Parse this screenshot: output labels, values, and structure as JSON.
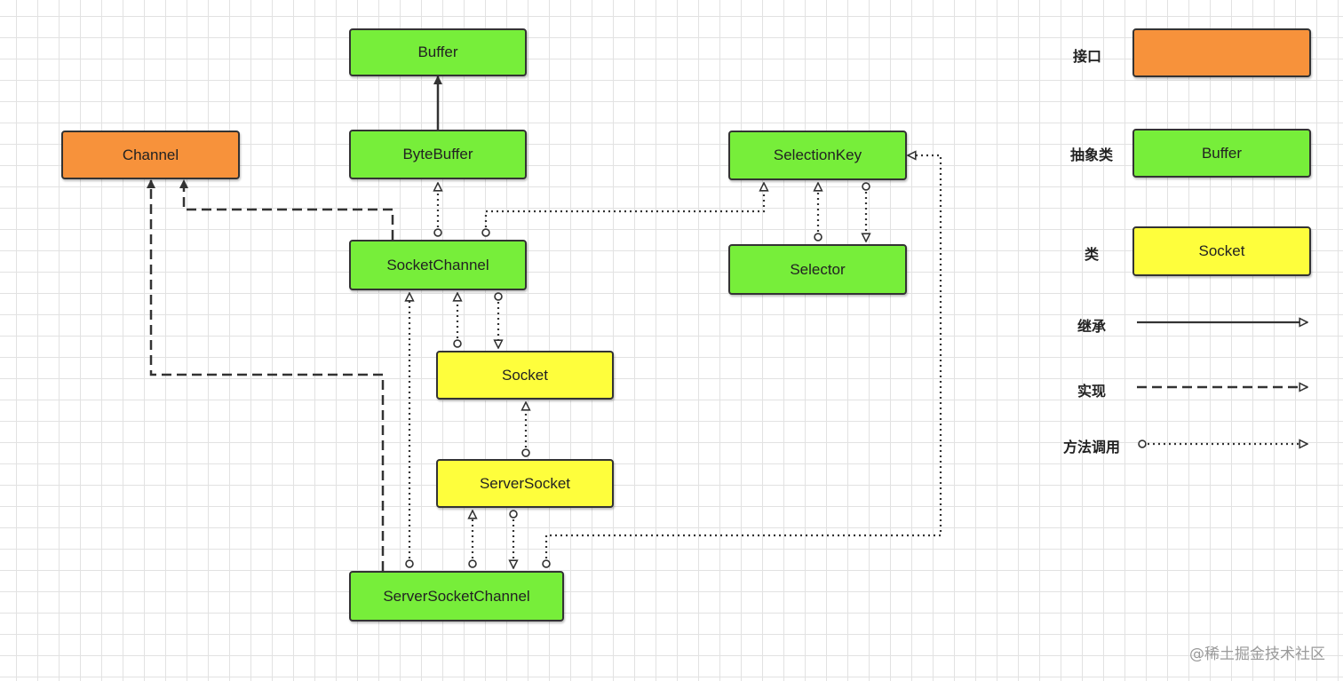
{
  "nodes": {
    "buffer": "Buffer",
    "byte_buffer": "ByteBuffer",
    "channel": "Channel",
    "socket_channel": "SocketChannel",
    "selection_key": "SelectionKey",
    "selector": "Selector",
    "socket": "Socket",
    "server_socket": "ServerSocket",
    "server_socket_channel": "ServerSocketChannel"
  },
  "legend": {
    "interface_label": "接口",
    "interface_sample": "",
    "abstract_label": "抽象类",
    "abstract_sample": "Buffer",
    "class_label": "类",
    "class_sample": "Socket",
    "inherit_label": "继承",
    "implement_label": "实现",
    "method_call_label": "方法调用"
  },
  "colors": {
    "interface": "#f7923b",
    "abstract": "#77ee3a",
    "class": "#fefe3c",
    "border": "#333333",
    "grid": "#e2e2e2"
  },
  "watermark": "@稀土掘金技术社区"
}
